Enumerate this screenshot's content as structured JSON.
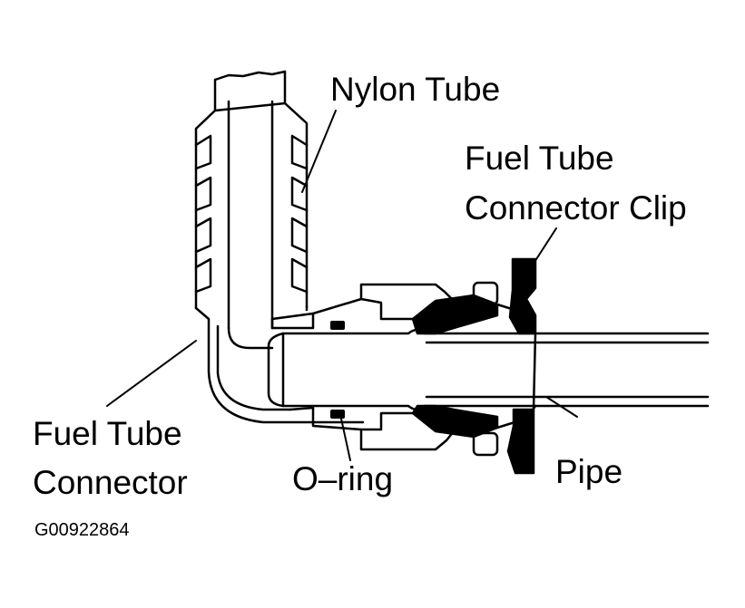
{
  "labels": {
    "nylon_tube": "Nylon Tube",
    "clip_line1": "Fuel Tube",
    "clip_line2": "Connector Clip",
    "connector_line1": "Fuel Tube",
    "connector_line2": "Connector",
    "o_ring": "O–ring",
    "pipe": "Pipe"
  },
  "figure_code": "G00922864",
  "colors": {
    "ink": "#000000",
    "paper": "#ffffff"
  }
}
